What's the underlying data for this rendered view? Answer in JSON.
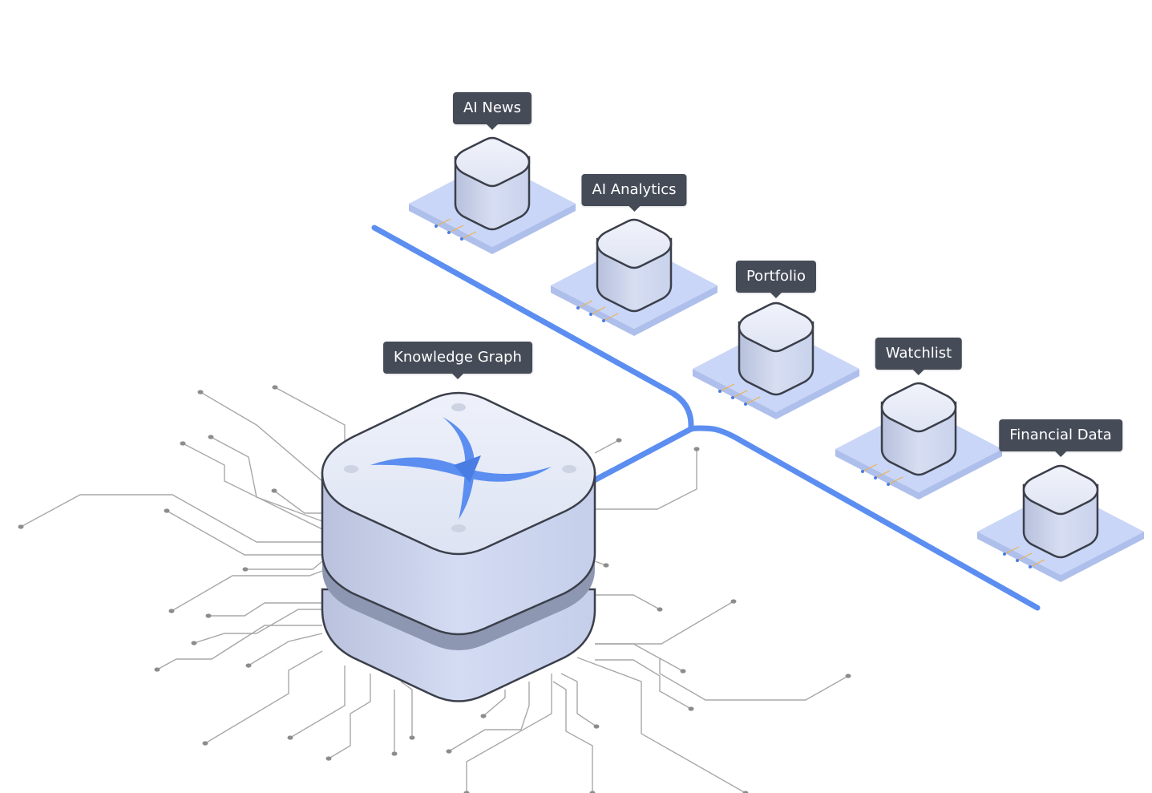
{
  "diagram": {
    "hub": {
      "label": "Knowledge Graph",
      "icon": "x-logo-icon"
    },
    "modules": [
      {
        "label": "AI News"
      },
      {
        "label": "AI Analytics"
      },
      {
        "label": "Portfolio"
      },
      {
        "label": "Watchlist"
      },
      {
        "label": "Financial Data"
      }
    ]
  },
  "colors": {
    "accent": "#5b8ef0",
    "platform_top": "#c9d6f7",
    "cube_fill": "#dde3f2",
    "outline": "#3b3f4a",
    "tooltip_bg": "#454b57",
    "trace": "#a8a8a8",
    "dot": "#8c8c8c"
  }
}
